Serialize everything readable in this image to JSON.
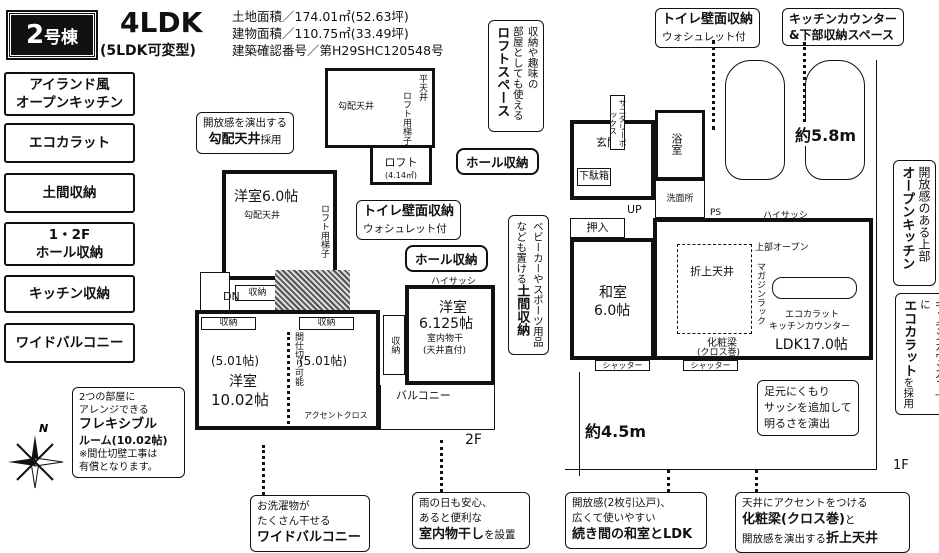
{
  "header": {
    "building_number": "2",
    "building_suffix": "号棟",
    "layout": "4LDK",
    "layout_variant": "(5LDK可変型)",
    "land_area": "土地面積／174.01㎡(52.63坪)",
    "building_area": "建物面積／110.75㎡(33.49坪)",
    "permit_number": "建築確認番号／第H29SHC120548号"
  },
  "features": [
    "アイランド風",
    "オープンキッチン",
    "エコカラット",
    "土間収納",
    "1・2F",
    "ホール収納",
    "キッチン収納",
    "ワイドバルコニー"
  ],
  "callouts": {
    "loft_space": {
      "line1": "収納や趣味の",
      "line2": "部屋としても使える",
      "bold": "ロフトスペース"
    },
    "hall_storage_1f": "ホール収納",
    "toilet_storage_2f": {
      "bold": "トイレ壁面収納",
      "sub": "ウォシュレット付"
    },
    "hall_storage_2f": "ホール収納",
    "doma_storage": {
      "line1": "ベビーカーやスポーツ用品",
      "line2": "なども置ける",
      "bold": "土間収納"
    },
    "toilet_storage_1f": {
      "bold": "トイレ壁面収納",
      "sub": "ウォシュレット付"
    },
    "kitchen_counter": {
      "line1": "キッチンカウンター",
      "line2": "&下部収納スペース"
    },
    "open_kitchen": {
      "line1": "開放感のある上部",
      "bold": "オープンキッチン"
    },
    "ecocarat": {
      "line1": "キッチンカウンター下に",
      "bold": "エコカラット",
      "tail": "を採用"
    },
    "sash": {
      "line1": "足元にくもり",
      "line2": "サッシを追加して",
      "line3": "明るさを演出"
    },
    "flexible": {
      "line1": "2つの部屋に",
      "line2": "アレンジできる",
      "bold1": "フレキシブル",
      "bold2": "ルーム(10.02帖)",
      "note1": "※間仕切壁工事は",
      "note2": "有償となります。"
    },
    "balcony": {
      "line1": "お洗濯物が",
      "line2": "たくさん干せる",
      "bold": "ワイドバルコニー"
    },
    "drying": {
      "line1": "雨の日も安心、",
      "line2": "あると便利な",
      "bold": "室内物干し",
      "tail": "を設置"
    },
    "washitsu": {
      "line1": "開放感(2枚引込戸)、",
      "line2": "広くて使いやすい",
      "bold": "続き間の和室とLDK"
    },
    "ceiling": {
      "line1": "天井にアクセントをつける",
      "bold1": "化粧梁(クロス巻)",
      "mid": "と",
      "line3": "開放感を演出する",
      "bold2": "折上天井"
    },
    "gradient_ceiling": {
      "line1": "開放感を演出する",
      "bold": "勾配天井",
      "tail": "採用"
    }
  },
  "loft": {
    "label1": "勾配天井",
    "label2": "平天井",
    "label3": "ロフト用梯子",
    "room": "ロフト",
    "area": "(4.14㎡)"
  },
  "floor2": {
    "label": "2F",
    "room_a": "洋室6.0帖",
    "room_a_sub": "勾配天井",
    "loft_ladder": "ロフト用梯子",
    "storage": "収納",
    "dn": "DN",
    "room_b_l": "(5.01帖)",
    "room_b_r": "(5.01帖)",
    "room_b": "洋室",
    "room_b_area": "10.02帖",
    "partition": "間仕切り可能",
    "accent": "アクセントクロス",
    "room_c": "洋室",
    "room_c_area": "6.125帖",
    "drying": "室内物干",
    "drying_sub": "(天井直付)",
    "high_sash": "ハイサッシ",
    "balcony": "バルコニー",
    "closet": "収納",
    "storage2": "収納"
  },
  "floor1": {
    "label": "1F",
    "entrance": "玄関",
    "sutary": "サニタリーボックス",
    "bath": "浴室",
    "shoes": "下駄箱",
    "up": "UP",
    "oshiire": "押入",
    "washitsu": "和室",
    "washitsu_area": "6.0帖",
    "ceiling": "折上天井",
    "beam": "化粧梁",
    "beam_sub": "(クロス巻)",
    "ldk": "LDK17.0帖",
    "ecocarat": "エコカラット",
    "counter": "キッチンカウンター",
    "magazine": "マガジンラック",
    "oven": "上部オープン",
    "shutter1": "シャッター",
    "shutter2": "シャッター",
    "high_sash": "ハイサッシ",
    "ps": "PS",
    "wash": "洗面所",
    "dim_58": "約5.8m",
    "dim_45": "約4.5m"
  }
}
